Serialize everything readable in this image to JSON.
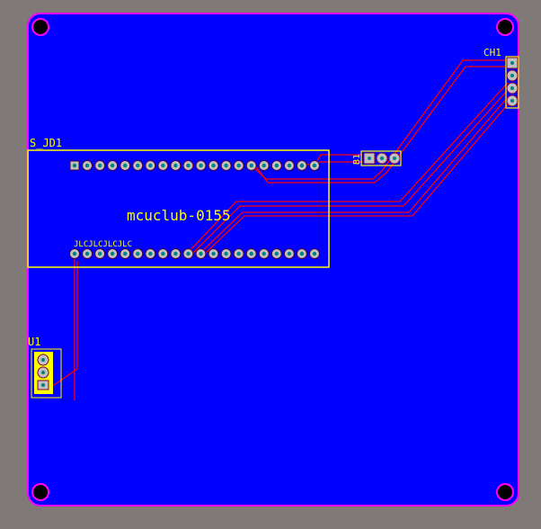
{
  "board": {
    "name": "mcuclub-0155",
    "colors": {
      "background": "#7f7a77",
      "copper": "#0000ff",
      "outline": "#ff00ff",
      "silk": "#ffff00",
      "trace": "#ff0000",
      "pad": "#c0c0c0",
      "drill": "#008080"
    }
  },
  "components": {
    "s_jd1": {
      "designator": "S_JD1",
      "top_pins": 20,
      "bottom_pins": 20,
      "marking": "JLCJLCJLCJLC"
    },
    "b1": {
      "designator": "B1",
      "pins": 3
    },
    "ch1": {
      "designator": "CH1",
      "pins": 4
    },
    "u1": {
      "designator": "U1",
      "pins": 3
    }
  }
}
